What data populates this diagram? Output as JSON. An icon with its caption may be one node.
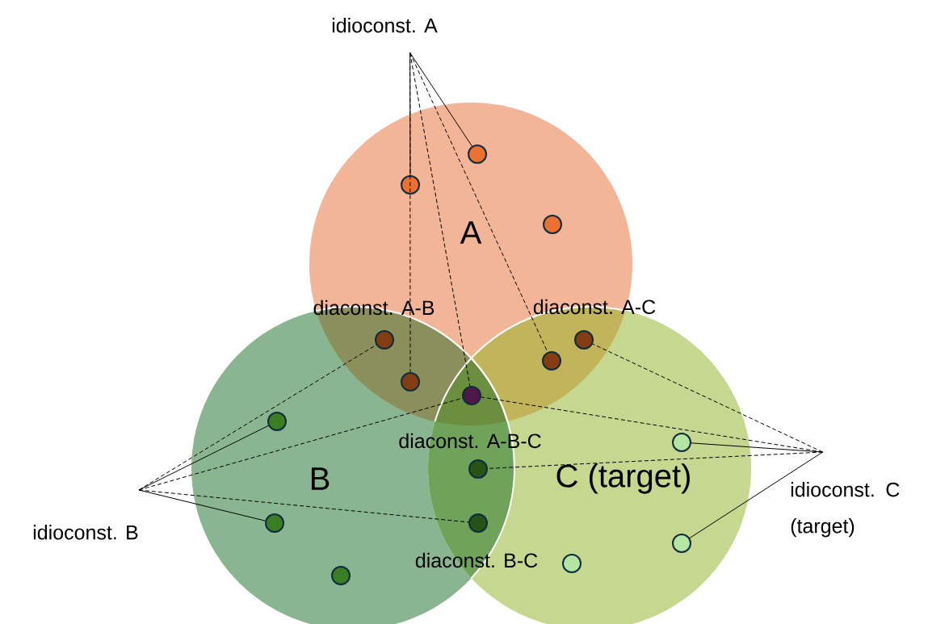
{
  "diagram": {
    "nodes": [
      {
        "text": [
          "idioconst. A"
        ]
      },
      {
        "text": [
          "A"
        ]
      },
      {
        "text": [],
        "shape": "circle",
        "in": 1
      },
      {
        "text": [],
        "shape": "circle",
        "in": 1
      },
      {
        "text": [],
        "shape": "circle",
        "in": 1
      },
      {
        "text": [
          "B"
        ]
      },
      {
        "text": [
          "C (target)"
        ]
      },
      {
        "text": [],
        "shape": "circle"
      },
      {
        "text": [],
        "shape": "circle"
      },
      {
        "text": [],
        "shape": "circle"
      },
      {
        "text": [],
        "shape": "circle"
      },
      {
        "text": [],
        "shape": "circle"
      },
      {
        "text": [],
        "shape": "circle",
        "in": 5
      },
      {
        "text": [],
        "shape": "circle",
        "in": 6
      },
      {
        "text": [],
        "shape": "circle"
      },
      {
        "text": [],
        "shape": "circle"
      },
      {
        "text": [],
        "shape": "circle",
        "in": 5
      },
      {
        "text": [
          "idioconst. C (target)"
        ]
      },
      {
        "text": [
          "idioconst. B"
        ]
      },
      {
        "text": [],
        "shape": "circle",
        "in": 6
      },
      {
        "text": [],
        "shape": "circle",
        "in": 6
      },
      {
        "text": [],
        "shape": "circle",
        "in": 5
      }
    ],
    "edges": [
      {
        "from": 0,
        "to": 2,
        "arrow": "none"
      },
      {
        "from": 0,
        "to": 3,
        "arrow": "none"
      },
      {
        "from": 0,
        "to": 10,
        "arrow": "none",
        "style": "dashed"
      },
      {
        "from": 0,
        "to": 11,
        "arrow": "none",
        "style": "dashed"
      },
      {
        "from": 0,
        "to": 9,
        "arrow": "none",
        "style": "dashed"
      },
      {
        "from": 18,
        "to": 12,
        "arrow": "none"
      },
      {
        "from": 18,
        "to": 7,
        "arrow": "none",
        "style": "dashed"
      },
      {
        "from": 18,
        "to": 11,
        "arrow": "none",
        "style": "dashed"
      },
      {
        "from": 18,
        "to": 15,
        "arrow": "none",
        "style": "dashed"
      },
      {
        "from": 18,
        "to": 16,
        "arrow": "none"
      },
      {
        "from": 17,
        "to": 8,
        "arrow": "none",
        "style": "dashed"
      },
      {
        "from": 17,
        "to": 11,
        "arrow": "none",
        "style": "dashed"
      },
      {
        "from": 17,
        "to": 14,
        "arrow": "none",
        "style": "dashed"
      },
      {
        "from": 17,
        "to": 13,
        "arrow": "none"
      },
      {
        "from": 17,
        "to": 19,
        "arrow": "none"
      }
    ],
    "labels": [
      "diaconst. A-B",
      "diaconst. A-C",
      "diaconst. A-B-C",
      "diaconst. B-C"
    ]
  }
}
